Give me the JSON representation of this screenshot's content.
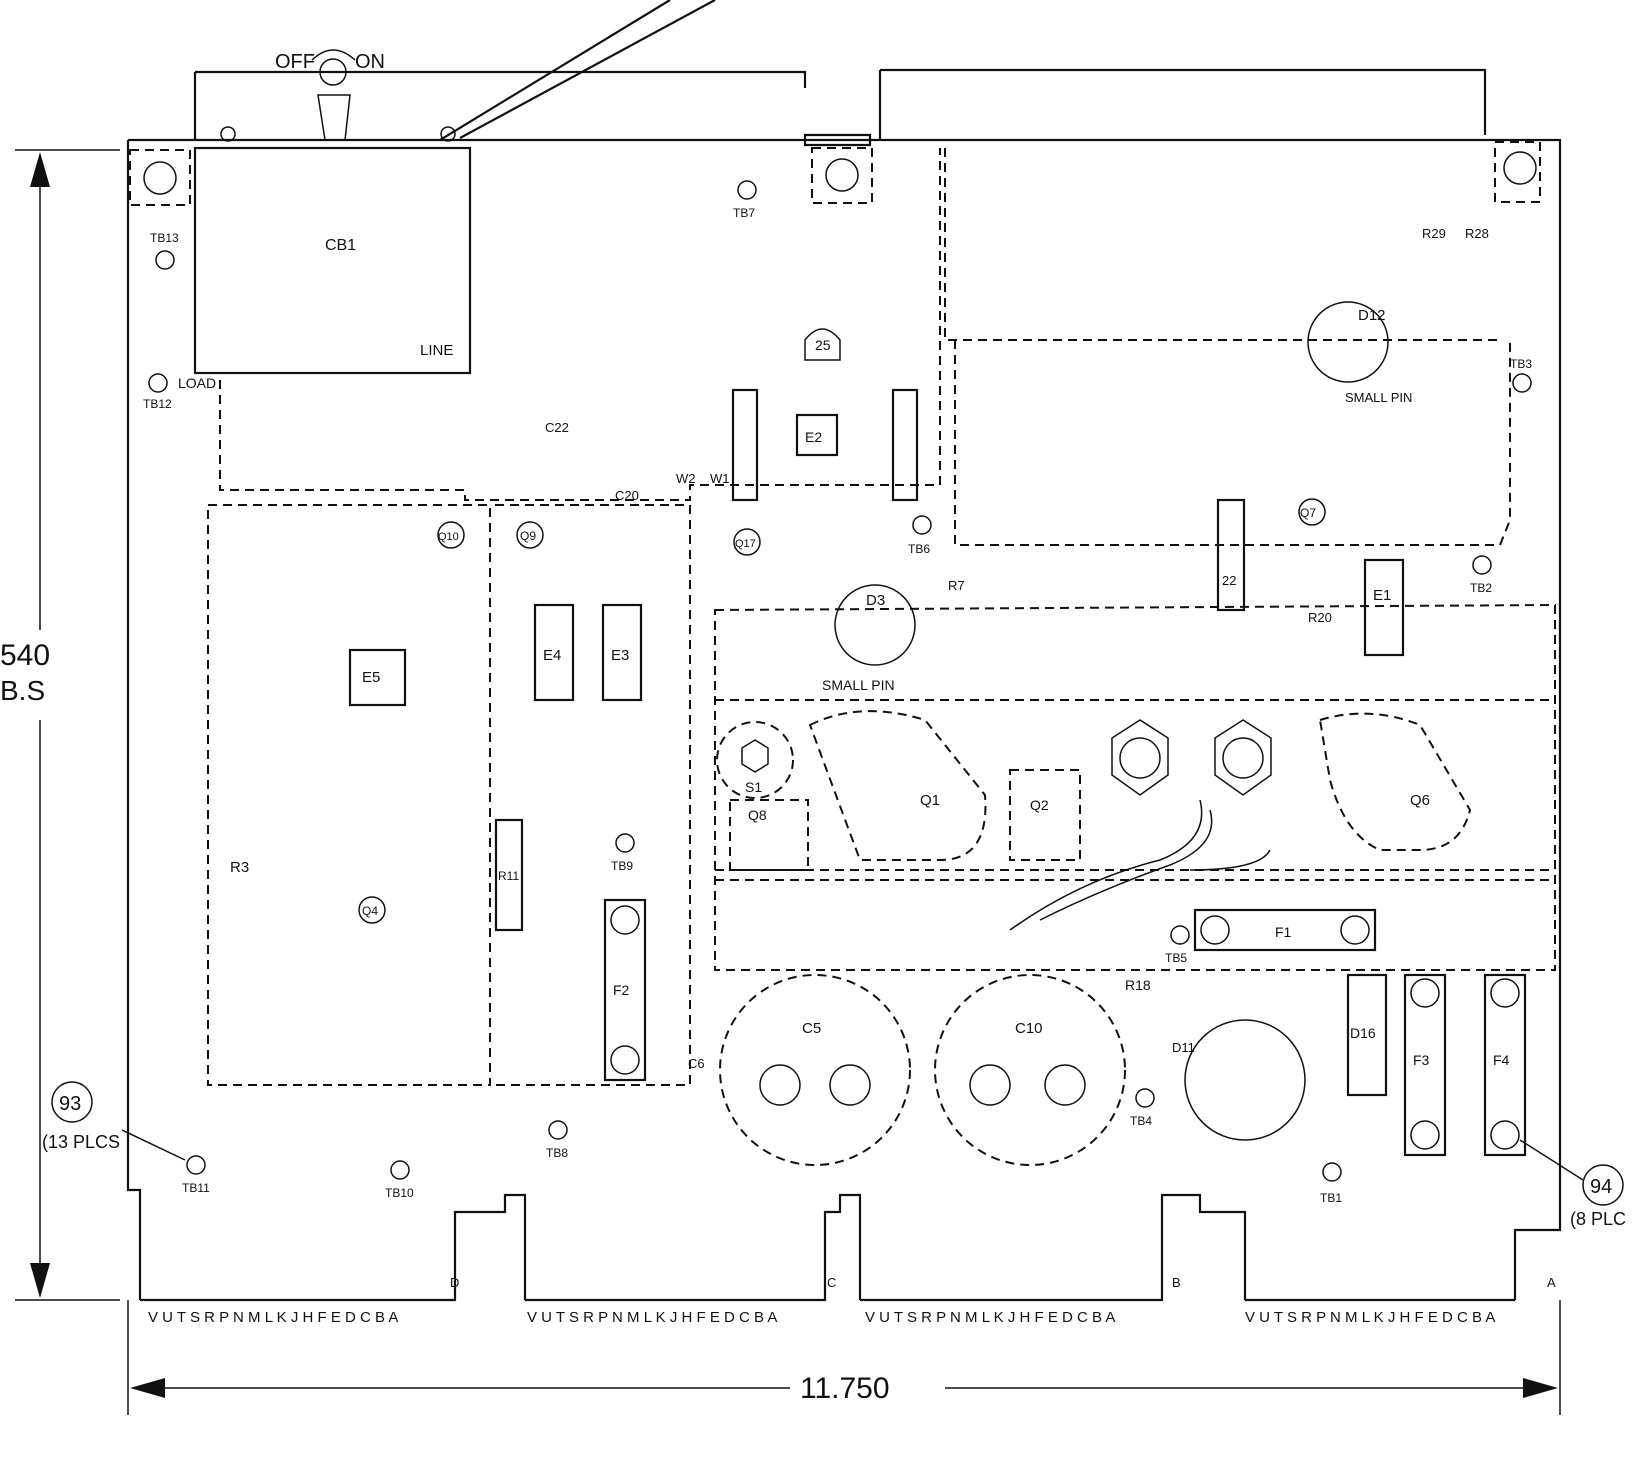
{
  "switch": {
    "off": "OFF",
    "on": "ON"
  },
  "dimensions": {
    "width": "11.750",
    "height_partial": "540",
    "height_suffix": "B.S"
  },
  "components": {
    "cb1": "CB1",
    "line": "LINE",
    "load": "LOAD",
    "c5": "C5",
    "c10": "C10",
    "f1": "F1",
    "f2": "F2",
    "f3": "F3",
    "f4": "F4",
    "e1": "E1",
    "e2": "E2",
    "e3": "E3",
    "e4": "E4",
    "e5": "E5",
    "q1": "Q1",
    "q2": "Q2",
    "q4": "Q4",
    "q6": "Q6",
    "q7": "Q7",
    "q8": "Q8",
    "q9": "Q9",
    "q10": "Q10",
    "q17": "Q17",
    "d3": "D3",
    "d12": "D12",
    "d16": "D16",
    "d11": "D11",
    "d25": "25",
    "s1": "S1",
    "r3": "R3",
    "r11": "R11",
    "r18": "R18",
    "r20": "R20",
    "r22": "22",
    "r28": "R28",
    "r29": "R29",
    "r7": "R7",
    "c20": "C20",
    "c22": "C22",
    "c6": "C6",
    "w1": "W1",
    "w2": "W2",
    "small_pin": "SMALL PIN"
  },
  "terminals": {
    "tb1": "TB1",
    "tb2": "TB2",
    "tb3": "TB3",
    "tb4": "TB4",
    "tb5": "TB5",
    "tb6": "TB6",
    "tb7": "TB7",
    "tb8": "TB8",
    "tb9": "TB9",
    "tb10": "TB10",
    "tb11": "TB11",
    "tb12": "TB12",
    "tb13": "TB13"
  },
  "callouts": [
    {
      "num": "93",
      "note": "(13 PLCS"
    },
    {
      "num": "94",
      "note": "(8 PLC"
    }
  ],
  "connector_pins": [
    "V U T S R P N M L K J H F E D C B A",
    "V U T S R P N M L K J H F E D C B A",
    "V U T S R P N M L K J H F E D C B A",
    "V U T S R P N M L K J H F E D C B A"
  ],
  "connector_tabs": [
    "D",
    "C",
    "B",
    "A"
  ]
}
